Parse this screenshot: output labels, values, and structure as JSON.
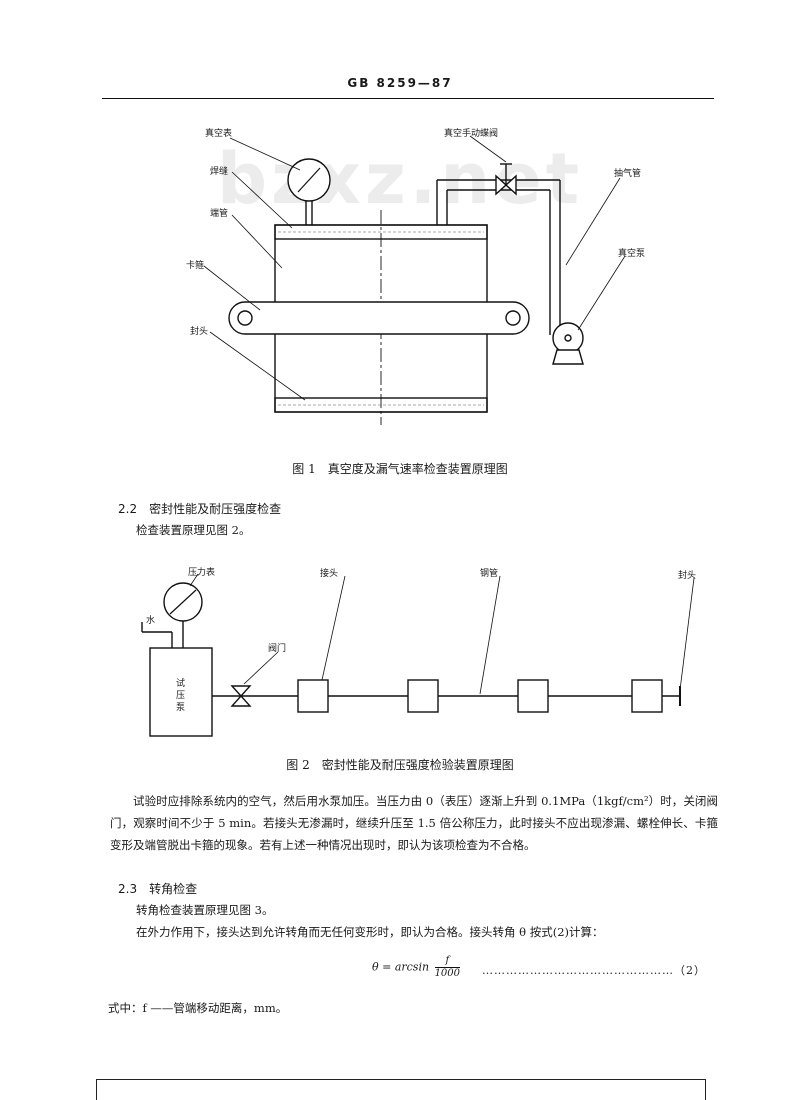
{
  "header": {
    "standard_code": "GB 8259—87"
  },
  "watermark": "bzxz.net",
  "fig1": {
    "labels": {
      "vacuum_gauge": "真空表",
      "weld": "焊缝",
      "end_pipe": "端管",
      "clamp": "卡箍",
      "end_cap": "封头",
      "manual_valve": "真空手动蝶阀",
      "exhaust_pipe": "抽气管",
      "vacuum_pump": "真空泵"
    },
    "caption": "图 1　真空度及漏气速率检查装置原理图"
  },
  "section_2_2": {
    "heading": "2.2　密封性能及耐压强度检查",
    "intro": "检查装置原理见图 2。"
  },
  "fig2": {
    "labels": {
      "pressure_gauge": "压力表",
      "water": "水",
      "pump": [
        "试",
        "压",
        "泵"
      ],
      "valve": "阀门",
      "joint": "接头",
      "steel_pipe": "钢管",
      "end_cap": "封头"
    },
    "caption": "图 2　密封性能及耐压强度检验装置原理图"
  },
  "body": {
    "paragraph1": "试验时应排除系统内的空气，然后用水泵加压。当压力由 0（表压）逐渐上升到 0.1MPa（1kgf/cm²）时，关闭阀门，观察时间不少于 5 min。若接头无渗漏时，继续升压至 1.5 倍公称压力，此时接头不应出现渗漏、螺栓伸长、卡箍变形及端管脱出卡箍的现象。若有上述一种情况出现时，即认为该项检查为不合格。"
  },
  "section_2_3": {
    "heading": "2.3　转角检查",
    "intro": "转角检查装置原理见图 3。",
    "text": "在外力作用下，接头达到允许转角而无任何变形时，即认为合格。接头转角 θ 按式(2)计算："
  },
  "formula": {
    "lhs": "θ = arcsin",
    "numerator": "f",
    "denominator": "1000",
    "number": "（2）"
  },
  "where": "式中：f ——管端移动距离，mm。"
}
